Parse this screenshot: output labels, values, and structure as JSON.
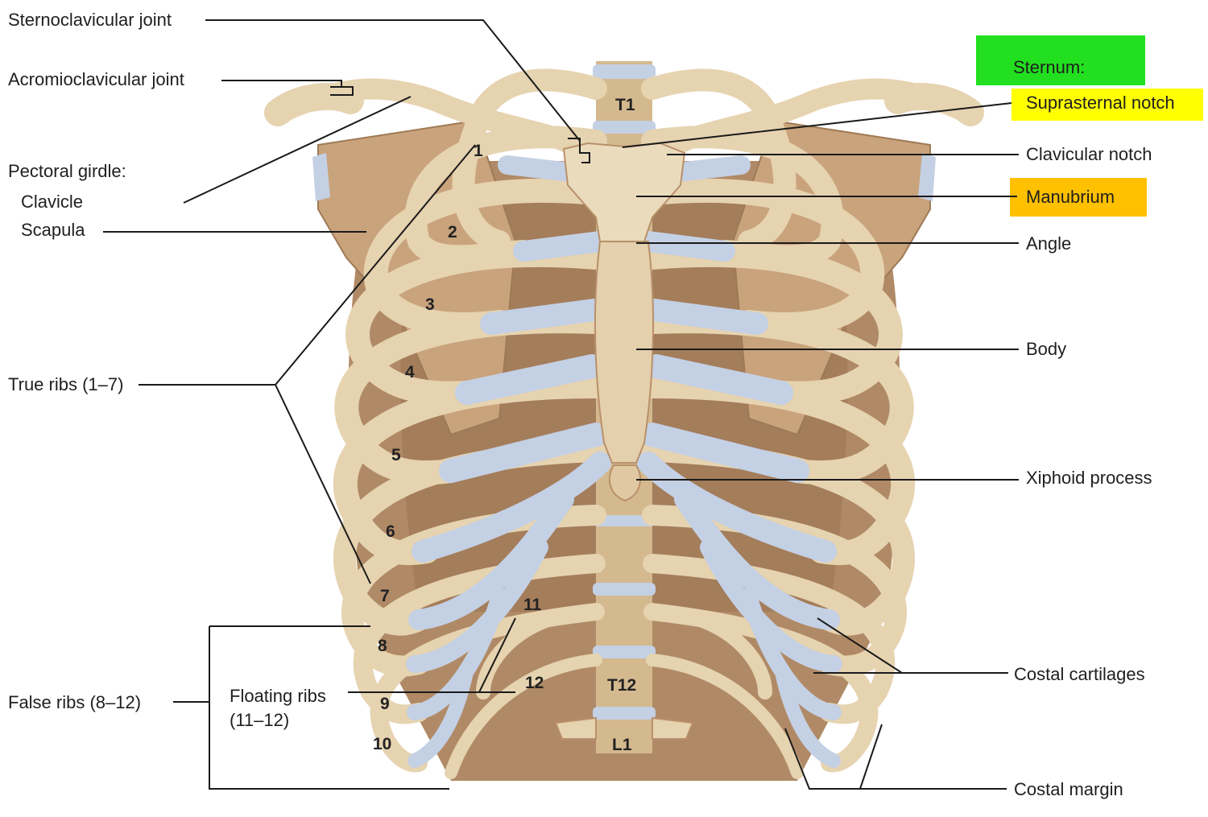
{
  "labels": {
    "sternoclavicular_joint": "Sternoclavicular joint",
    "acromioclavicular_joint": "Acromioclavicular joint",
    "pectoral_girdle": "Pectoral girdle:",
    "clavicle": "Clavicle",
    "scapula": "Scapula",
    "true_ribs": "True ribs (1–7)",
    "false_ribs": "False ribs (8–12)",
    "floating_ribs_1": "Floating ribs",
    "floating_ribs_2": "(11–12)",
    "sternum": "Sternum:",
    "suprasternal_notch": "Suprasternal notch",
    "clavicular_notch": "Clavicular notch",
    "manubrium": "Manubrium",
    "angle": "Angle",
    "body": "Body",
    "xiphoid_process": "Xiphoid process",
    "costal_cartilages": "Costal cartilages",
    "costal_margin": "Costal margin"
  },
  "rib_numbers": [
    "1",
    "2",
    "3",
    "4",
    "5",
    "6",
    "7",
    "8",
    "9",
    "10",
    "11",
    "12"
  ],
  "vertebrae": {
    "t1": "T1",
    "t12": "T12",
    "l1": "L1"
  },
  "colors": {
    "bone": "#e6d3b0",
    "bone_shadow": "#b8906a",
    "cavity": "#a8805c",
    "cartilage": "#c4d0e4",
    "leader_line": "#1a1a1a",
    "highlight_green": "#22e01f",
    "highlight_yellow": "#ffff00",
    "highlight_orange": "#ffc000"
  }
}
